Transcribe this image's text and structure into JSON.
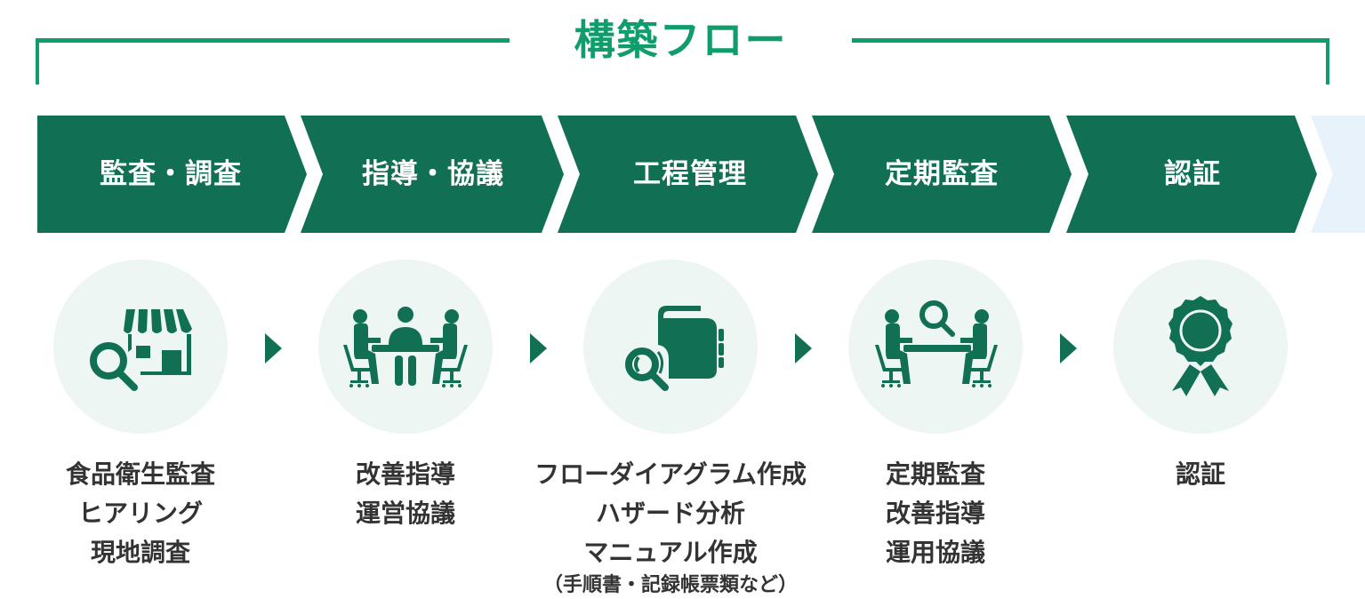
{
  "header": {
    "title": "構築フロー",
    "accent_color": "#0f9d6c"
  },
  "colors": {
    "banner": "#116f54",
    "circle_bg": "#eef6f3",
    "next_step_placeholder": "#e8f2fb",
    "text": "#333333"
  },
  "steps": [
    {
      "label": "監査・調査",
      "icon": "store-search-icon",
      "details": [
        "食品衛生監査",
        "ヒアリング",
        "現地調査"
      ],
      "note": ""
    },
    {
      "label": "指導・協議",
      "icon": "meeting-table-icon",
      "details": [
        "改善指導",
        "運営協議"
      ],
      "note": ""
    },
    {
      "label": "工程管理",
      "icon": "manual-search-icon",
      "details": [
        "フローダイアグラム作成",
        "ハザード分析",
        "マニュアル作成"
      ],
      "note": "（手順書・記録帳票類など）"
    },
    {
      "label": "定期監査",
      "icon": "consultation-search-icon",
      "details": [
        "定期監査",
        "改善指導",
        "運用協議"
      ],
      "note": ""
    },
    {
      "label": "認証",
      "icon": "award-ribbon-icon",
      "details": [
        "認証"
      ],
      "note": ""
    }
  ]
}
